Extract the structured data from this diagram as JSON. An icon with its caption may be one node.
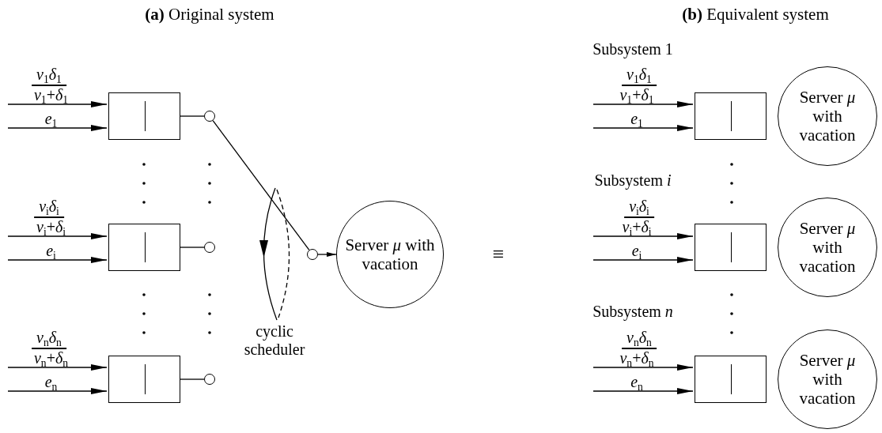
{
  "diagram": {
    "nodes": [
      {
        "text": [],
        "shape": "box"
      },
      {
        "text": [],
        "shape": "circle"
      },
      {
        "text": [],
        "shape": "box"
      },
      {
        "text": [],
        "shape": "circle"
      },
      {
        "text": [],
        "shape": "box"
      },
      {
        "text": [],
        "shape": "circle"
      },
      {
        "text": [],
        "shape": "circle"
      },
      {
        "text": [
          "Server *μ* with vacation"
        ]
      },
      {
        "text": [],
        "shape": "box"
      },
      {
        "text": [
          "Server *μ* with vacation"
        ]
      },
      {
        "text": [],
        "shape": "box"
      },
      {
        "text": [
          "Server *μ* with vacation"
        ]
      },
      {
        "text": [],
        "shape": "box"
      },
      {
        "text": [
          "Server *μ* with vacation"
        ]
      }
    ],
    "edges": [
      {
        "from": null,
        "to": 0,
        "arrow": "to",
        "label": "*ν*$_{1}$+*δ*$_{1}$"
      },
      {
        "from": null,
        "to": 0,
        "arrow": "to",
        "label": "*e*$_{1}$"
      },
      {
        "from": null,
        "to": 2,
        "arrow": "to",
        "label": "*ν*$_{i}$+*δ*$_{i}$"
      },
      {
        "from": null,
        "to": 2,
        "arrow": "to",
        "label": "*e*$_{i}$"
      },
      {
        "from": null,
        "to": 4,
        "arrow": "to",
        "label": "*ν*$_{n}$+*δ*$_{n}$"
      },
      {
        "from": null,
        "to": 4,
        "arrow": "to",
        "label": "*e*$_{n}$"
      },
      {
        "from": 0,
        "to": 1,
        "arrow": "none"
      },
      {
        "from": 2,
        "to": 3,
        "arrow": "none"
      },
      {
        "from": 4,
        "to": 5,
        "arrow": "none"
      },
      {
        "from": 1,
        "to": 6,
        "arrow": "none"
      },
      {
        "from": 6,
        "to": 7,
        "arrow": "to"
      },
      {
        "from": null,
        "to": 8,
        "arrow": "to",
        "label": "*ν*$_{1}$+*δ*$_{1}$"
      },
      {
        "from": null,
        "to": 8,
        "arrow": "to",
        "label": "*e*$_{1}$"
      },
      {
        "from": null,
        "to": 10,
        "arrow": "to",
        "label": "*ν*$_{i}$+*δ*$_{i}$"
      },
      {
        "from": null,
        "to": 10,
        "arrow": "to",
        "label": "*e*$_{i}$"
      },
      {
        "from": null,
        "to": 12,
        "arrow": "to",
        "label": "*ν*$_{n}$+*δ*$_{n}$"
      },
      {
        "from": null,
        "to": 12,
        "arrow": "to",
        "label": "*e*$_{n}$"
      }
    ],
    "labels": [
      "**(a)** Original system",
      "*ν*$_{1}$*δ*$_{1}$",
      "*ν*$_{i}$*δ*$_{i}$",
      "*ν*$_{n}$*δ*$_{n}$",
      "cyclic scheduler",
      "≡",
      "**(b)** Equivalent system",
      "Subsystem 1",
      "*ν*$_{1}$*δ*$_{1}$",
      "Subsystem *i*",
      "*ν*$_{i}$*δ*$_{i}$",
      "Subsystem *n*",
      "*ν*$_{n}$*δ*$_{n}$"
    ]
  }
}
